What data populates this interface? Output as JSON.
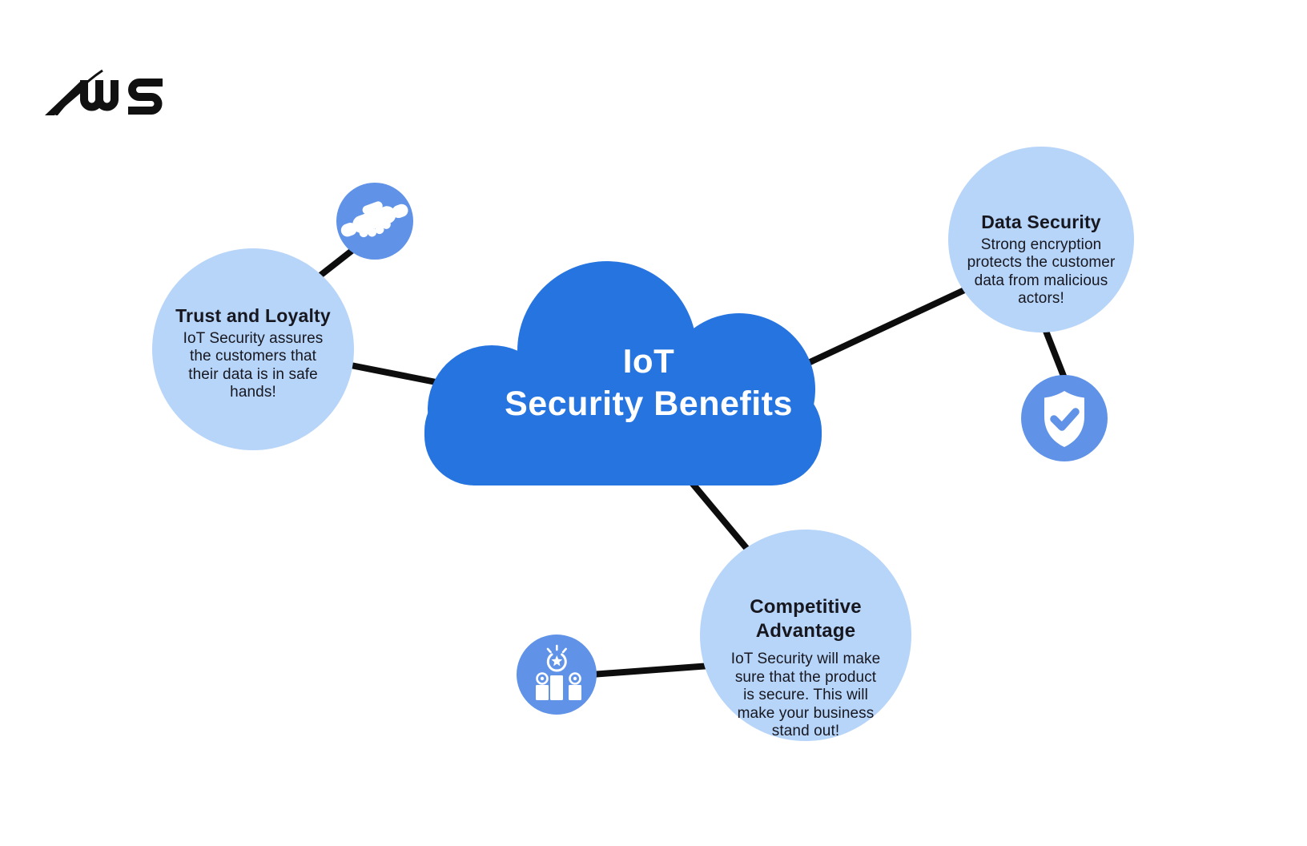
{
  "logo": {
    "brand": "WS"
  },
  "center": {
    "line1": "IoT",
    "line2": "Security Benefits"
  },
  "nodes": {
    "trust": {
      "title": "Trust and Loyalty",
      "body": "IoT Security assures\nthe customers that\ntheir data is in safe\nhands!"
    },
    "data_security": {
      "title": "Data Security",
      "body": "Strong encryption\nprotects the customer\ndata from malicious\nactors!"
    },
    "competitive": {
      "title": "Competitive\nAdvantage",
      "body": "IoT Security will make\nsure that the product\nis secure. This will\nmake your business\nstand out!"
    }
  },
  "icons": {
    "handshake": "handshake-icon",
    "shield": "shield-check-icon",
    "podium": "podium-ranking-icon"
  },
  "colors": {
    "cloud": "#2674E0",
    "icon_circle": "#6093E8",
    "node_circle": "#B7D4F9",
    "text": "#17171F",
    "line": "#0D0D0D"
  }
}
